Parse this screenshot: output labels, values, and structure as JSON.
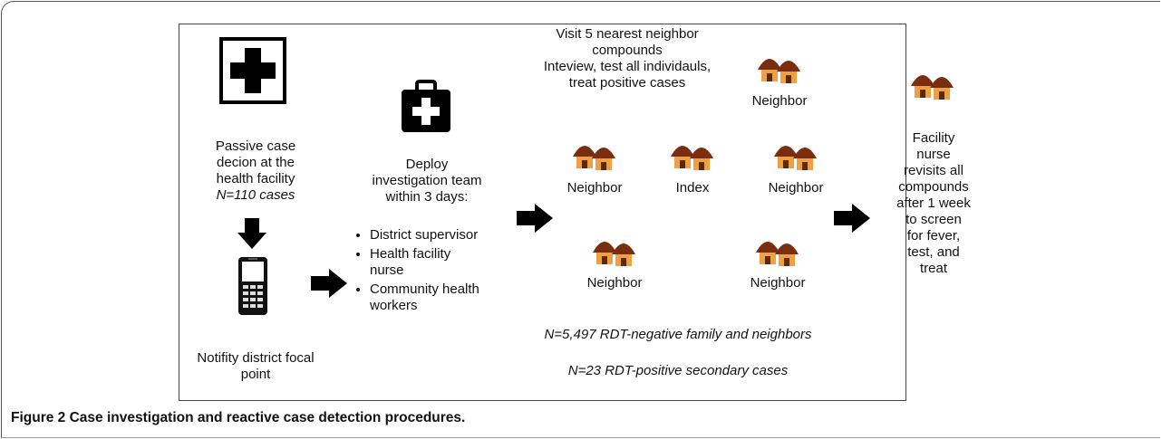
{
  "figure": {
    "caption_label": "Figure 2",
    "caption_text": " Case investigation and reactive case detection procedures."
  },
  "diagram": {
    "step1": {
      "icon": "medical-cross-icon",
      "lines": [
        "Passive case",
        "decion at the",
        "health facility"
      ],
      "count": "N=110 cases"
    },
    "step2": {
      "icon": "mobile-phone-icon",
      "lines": [
        "Notifity district focal",
        "point"
      ]
    },
    "step3": {
      "icon": "first-aid-kit-icon",
      "lines": [
        "Deploy",
        "investigation team",
        "within 3 days:"
      ],
      "team": [
        "District supervisor",
        "Health facility nurse",
        "Community health workers"
      ]
    },
    "step4": {
      "header_lines": [
        "Visit 5 nearest neighbor",
        "compounds",
        "Inteview, test all individauls,",
        "treat positive cases"
      ],
      "compounds": [
        {
          "label": "Neighbor",
          "icon": "huts-icon"
        },
        {
          "label": "Neighbor",
          "icon": "huts-icon"
        },
        {
          "label": "Index",
          "icon": "huts-icon"
        },
        {
          "label": "Neighbor",
          "icon": "huts-icon"
        },
        {
          "label": "Neighbor",
          "icon": "huts-icon"
        },
        {
          "label": "Neighbor",
          "icon": "huts-icon"
        }
      ],
      "stats": [
        "N=5,497 RDT-negative family and neighbors",
        "N=23 RDT-positive secondary cases"
      ]
    },
    "step5": {
      "icon": "huts-icon",
      "lines": [
        "Facility",
        "nurse",
        "revisits all",
        "compounds",
        "after 1 week",
        "to screen",
        "for fever,",
        "test, and",
        "treat"
      ]
    },
    "colors": {
      "hut_wall": "#f0a040",
      "hut_roof": "#7a2e10",
      "arrow": "#000000"
    }
  }
}
